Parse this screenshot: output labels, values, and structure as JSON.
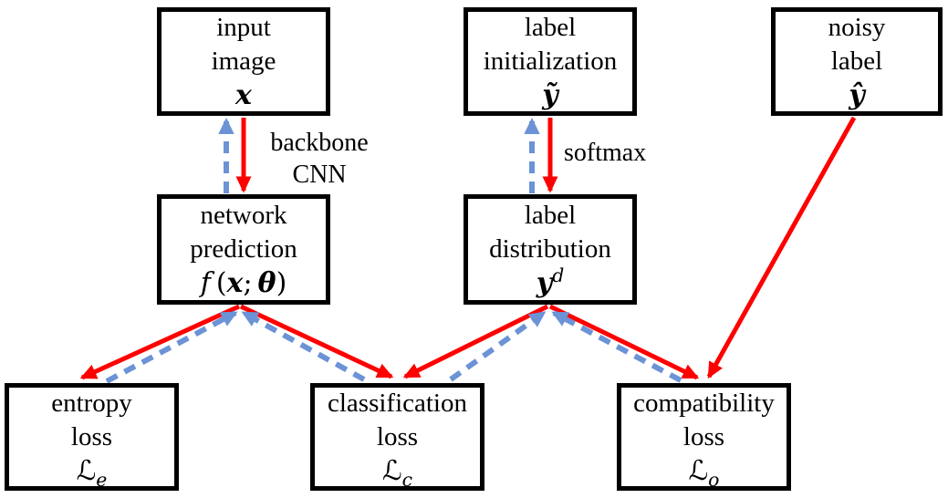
{
  "diagram": {
    "boxes": {
      "input_image": {
        "line1": "input",
        "line2": "image",
        "symbol": "x"
      },
      "label_initialization": {
        "line1": "label",
        "line2": "initialization",
        "symbol": "ỹ"
      },
      "noisy_label": {
        "line1": "noisy",
        "line2": "label",
        "symbol": "ŷ"
      },
      "network_prediction": {
        "line1": "network",
        "line2": "prediction",
        "formula": {
          "f": "f",
          "open": "(",
          "x": "x",
          "sep": ";",
          "theta": "θ",
          "close": ")"
        }
      },
      "label_distribution": {
        "line1": "label",
        "line2": "distribution",
        "symbol": "y",
        "superscript": "d"
      },
      "entropy_loss": {
        "line1": "entropy",
        "line2": "loss",
        "symbol": "ℒ",
        "subscript": "e"
      },
      "classification_loss": {
        "line1": "classification",
        "line2": "loss",
        "symbol": "ℒ",
        "subscript": "c"
      },
      "compatibility_loss": {
        "line1": "compatibility",
        "line2": "loss",
        "symbol": "ℒ",
        "subscript": "o"
      }
    },
    "edge_labels": {
      "backbone_cnn": {
        "line1": "backbone",
        "line2": "CNN"
      },
      "softmax": "softmax"
    },
    "colors": {
      "forward_arrow": "#ff0000",
      "backward_arrow": "#6b93d6",
      "box_border": "#000000"
    }
  }
}
